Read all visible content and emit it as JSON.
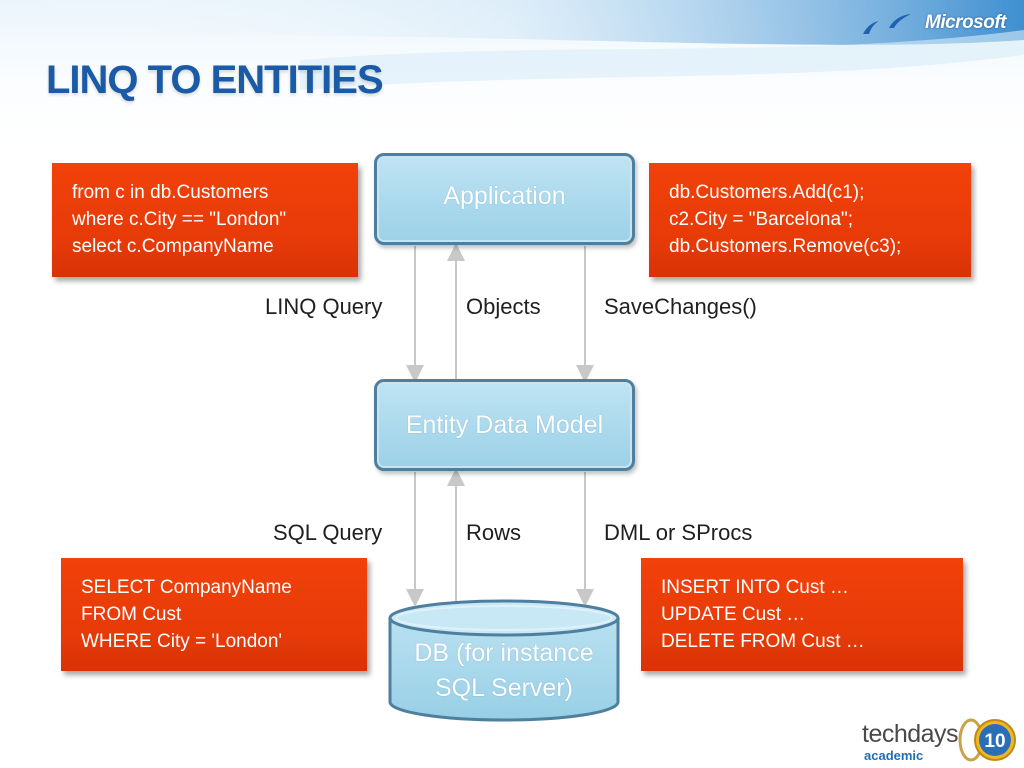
{
  "slide": {
    "title": "LINQ TO ENTITIES",
    "brand": "Microsoft",
    "footer_brand": "techdays",
    "footer_sub": "academic",
    "footer_badge": "10"
  },
  "diagram": {
    "nodes": {
      "application": "Application",
      "edm": "Entity Data Model",
      "db_line1": "DB (for instance",
      "db_line2": "SQL Server)"
    },
    "edge_labels": {
      "linq_query": "LINQ Query",
      "objects": "Objects",
      "save_changes": "SaveChanges()",
      "sql_query": "SQL Query",
      "rows": "Rows",
      "dml": "DML or SProcs"
    },
    "code_boxes": {
      "linq": [
        "from c in db.Customers",
        "where c.City == \"London\"",
        "select c.CompanyName"
      ],
      "save": [
        "db.Customers.Add(c1);",
        "c2.City = \"Barcelona\";",
        "db.Customers.Remove(c3);"
      ],
      "sql": [
        "SELECT CompanyName",
        "FROM Cust",
        "WHERE City = 'London'"
      ],
      "dml": [
        "INSERT INTO Cust …",
        "UPDATE Cust …",
        "DELETE FROM Cust …"
      ]
    }
  },
  "colors": {
    "title": "#1a5aa6",
    "orange": "#e63a08",
    "blue_box": "#a9d8ec",
    "blue_border": "#4f7f9e"
  }
}
